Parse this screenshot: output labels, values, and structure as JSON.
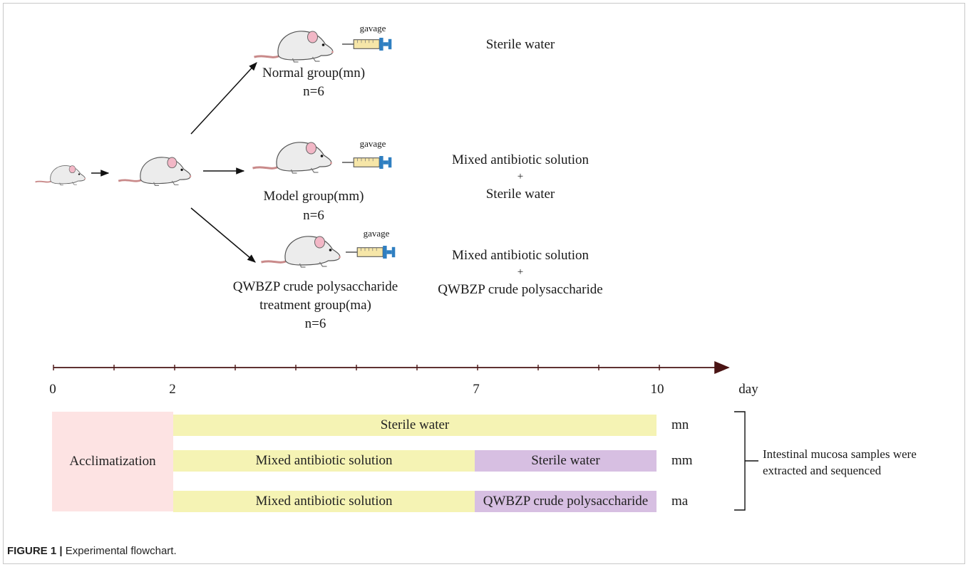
{
  "colors": {
    "acclimatization": "#fde3e3",
    "treatment_yellow": "#f5f3b4",
    "treatment_purple": "#d7bfe2",
    "axis": "#4a1414",
    "text": "#1a1a1a"
  },
  "icons": {
    "mouse": "mouse-icon",
    "syringe": "syringe-icon",
    "arrow": "arrow-icon",
    "bracket": "bracket-icon"
  },
  "groups": [
    {
      "id": "mn",
      "gavage_label": "gavage",
      "name": "Normal group(mn)",
      "n": "n=6",
      "treatment_lines": [
        "Sterile water"
      ]
    },
    {
      "id": "mm",
      "gavage_label": "gavage",
      "name": "Model group(mm)",
      "n": "n=6",
      "treatment_lines": [
        "Mixed antibiotic solution",
        "+",
        "Sterile water"
      ]
    },
    {
      "id": "ma",
      "gavage_label": "gavage",
      "name_lines": [
        "QWBZP crude polysaccharide",
        "treatment group(ma)"
      ],
      "n": "n=6",
      "treatment_lines": [
        "Mixed antibiotic solution",
        "+",
        "QWBZP crude polysaccharide"
      ]
    }
  ],
  "timeline": {
    "unit_label": "day",
    "ticks_labeled": [
      "0",
      "2",
      "7",
      "10"
    ],
    "minor_tick_count": 11
  },
  "schedule": {
    "acclimatization_label": "Acclimatization",
    "rows": [
      {
        "code": "mn",
        "segments": [
          "Sterile water"
        ]
      },
      {
        "code": "mm",
        "segments": [
          "Mixed antibiotic solution",
          "Sterile water"
        ]
      },
      {
        "code": "ma",
        "segments": [
          "Mixed antibiotic solution",
          "QWBZP crude polysaccharide"
        ]
      }
    ],
    "outcome_lines": [
      "Intestinal mucosa samples were",
      "extracted and sequenced"
    ]
  },
  "caption": {
    "label": "FIGURE 1 |",
    "text": " Experimental flowchart."
  }
}
